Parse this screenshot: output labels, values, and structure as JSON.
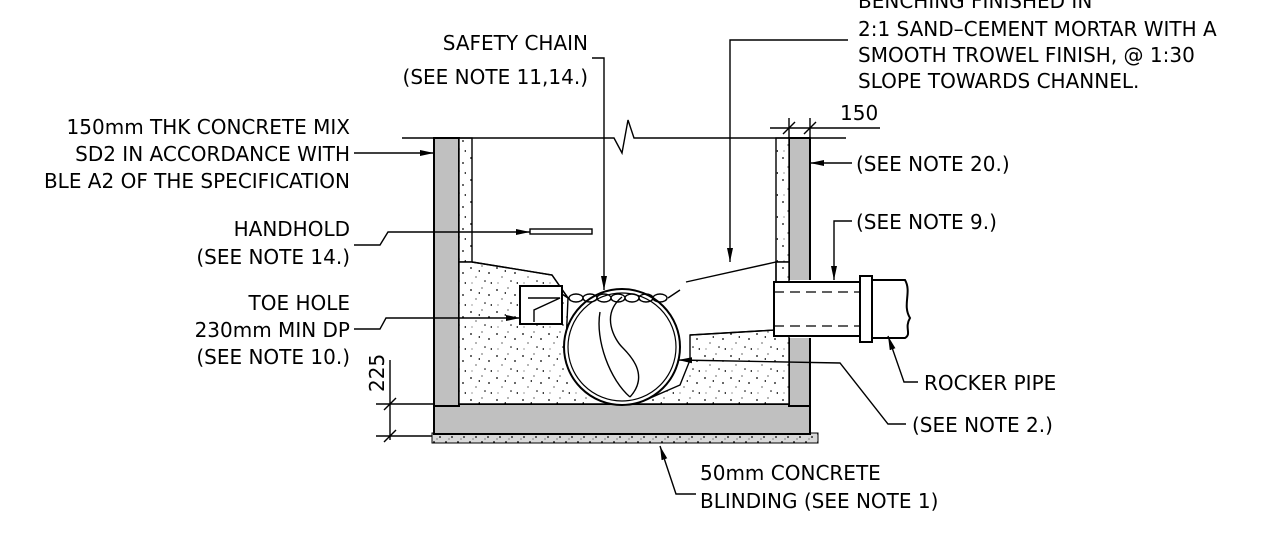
{
  "labels": {
    "benching_1": "BENCHING FINISHED IN",
    "benching_2": "2:1 SAND–CEMENT MORTAR WITH A",
    "benching_3": "SMOOTH TROWEL FINISH, @ 1:30",
    "benching_4": "SLOPE TOWARDS CHANNEL.",
    "safety_chain_1": "SAFETY CHAIN",
    "safety_chain_2": "(SEE NOTE 11,14.)",
    "dim_150": "150",
    "concrete_1": "150mm THK CONCRETE MIX",
    "concrete_2": "SD2 IN ACCORDANCE WITH",
    "concrete_3": "BLE A2 OF THE SPECIFICATION",
    "note20": "(SEE NOTE 20.)",
    "note9": "(SEE NOTE 9.)",
    "handhold_1": "HANDHOLD",
    "handhold_2": "(SEE NOTE 14.)",
    "toe_1": "TOE HOLE",
    "toe_2": "230mm MIN DP",
    "toe_3": "(SEE NOTE 10.)",
    "dim_225": "225",
    "rocker": "ROCKER PIPE",
    "note2": "(SEE NOTE 2.)",
    "blinding_1": "50mm CONCRETE",
    "blinding_2": "BLINDING (SEE NOTE 1)"
  }
}
